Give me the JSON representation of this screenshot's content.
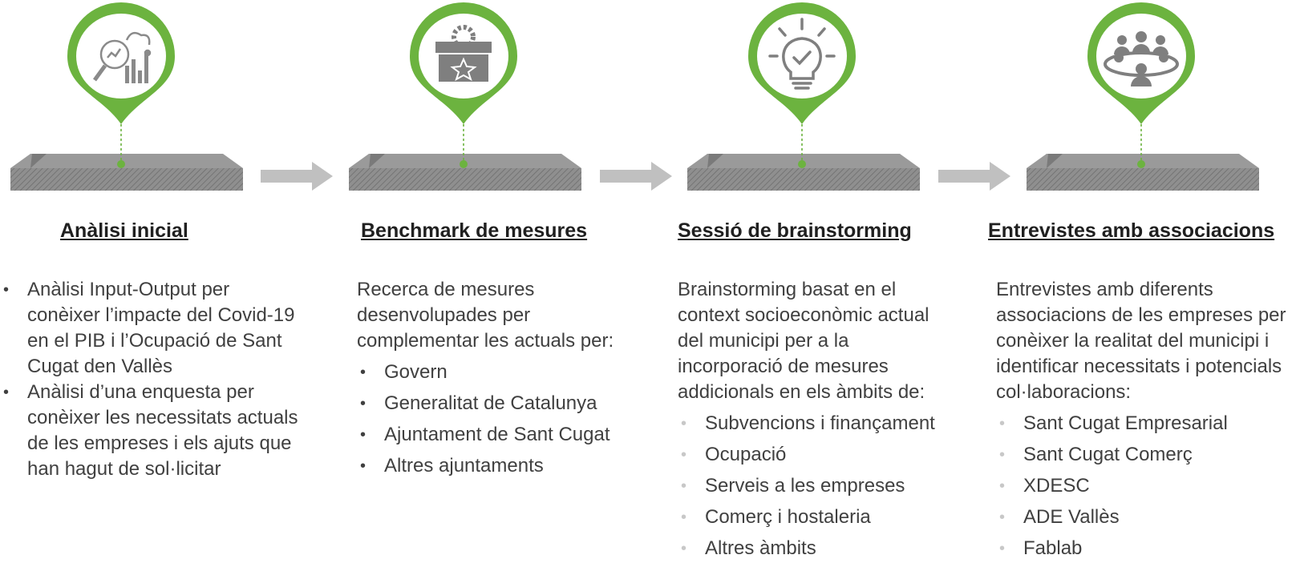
{
  "colors": {
    "accent": "#6cb33f",
    "slab": "#8a8a8a",
    "arrow": "#c0c0c0",
    "icon": "#7f7f7f"
  },
  "stages": [
    {
      "icon": "data-analysis-icon",
      "title": "Anàlisi inicial",
      "bullets": [
        "Anàlisi Input-Output per conèixer l’impacte del Covid-19 en el PIB i l’Ocupació de Sant Cugat den Vallès",
        "Anàlisi d’una enquesta per conèixer les necessitats actuals de les empreses i els ajuts que han hagut de sol·licitar"
      ]
    },
    {
      "icon": "toolbox-star-icon",
      "title": "Benchmark de mesures",
      "intro": "Recerca de mesures desenvolupades per complementar les actuals per:",
      "bullets": [
        "Govern",
        "Generalitat de Catalunya",
        "Ajuntament de Sant Cugat",
        "Altres ajuntaments"
      ]
    },
    {
      "icon": "lightbulb-check-icon",
      "title": "Sessió de brainstorming",
      "intro": "Brainstorming basat en el context socioeconòmic actual del municipi per a la incorporació de mesures addicionals en els àmbits de:",
      "bullets": [
        "Subvencions i finançament",
        "Ocupació",
        "Serveis a les empreses",
        "Comerç i hostaleria",
        "Altres àmbits"
      ]
    },
    {
      "icon": "meeting-group-icon",
      "title": "Entrevistes amb associacions",
      "intro": "Entrevistes amb diferents associacions de les empreses per conèixer la realitat del municipi i identificar necessitats i potencials col·laboracions:",
      "bullets": [
        "Sant Cugat Empresarial",
        "Sant Cugat Comerç",
        "XDESC",
        "ADE Vallès",
        "Fablab"
      ]
    }
  ]
}
